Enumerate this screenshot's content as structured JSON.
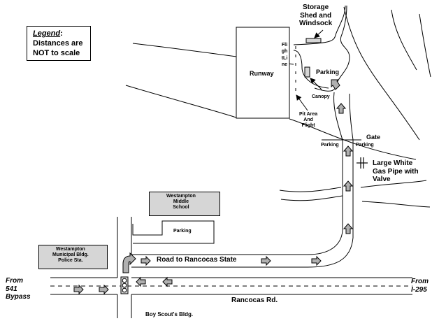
{
  "legend": {
    "title": "Legend",
    "line1_suffix": ":",
    "line2": "Distances are",
    "line3": "NOT to scale"
  },
  "labels": {
    "storage": [
      "Storage",
      "Shed and",
      "Windsock"
    ],
    "runway": "Runway",
    "flight_line": "FlightLine",
    "parking_top": "Parking",
    "canopy": "Canopy",
    "pit_area": [
      "Pit Area",
      "And",
      "Flight"
    ],
    "gate": "Gate",
    "gate_parking_left": "Parking",
    "gate_parking_right": "Parking",
    "gas_pipe": [
      "Large White",
      "Gas Pipe with",
      "Valve"
    ],
    "school": [
      "Westampton",
      "Middle",
      "School"
    ],
    "parking_mid": "Parking",
    "municipal": [
      "Westampton",
      "Municipal Bldg.",
      "Police Sta."
    ],
    "road_to_rancocas": "Road to Rancocas State",
    "from_left": [
      "From",
      "541",
      "Bypass"
    ],
    "from_right": [
      "From",
      "I-295"
    ],
    "rancocas_rd": "Rancocas Rd.",
    "boy_scouts": "Boy Scout's Bldg."
  },
  "colors": {
    "building_fill": "#d6d6d6",
    "arrow_fill": "#b0b0b0",
    "line": "#000000",
    "background": "#ffffff"
  },
  "icons": [
    "up-arrow-icon",
    "right-arrow-icon",
    "left-arrow-icon",
    "traffic-light-icon",
    "turn-arrow-icon",
    "pointer-arrow-icon"
  ]
}
